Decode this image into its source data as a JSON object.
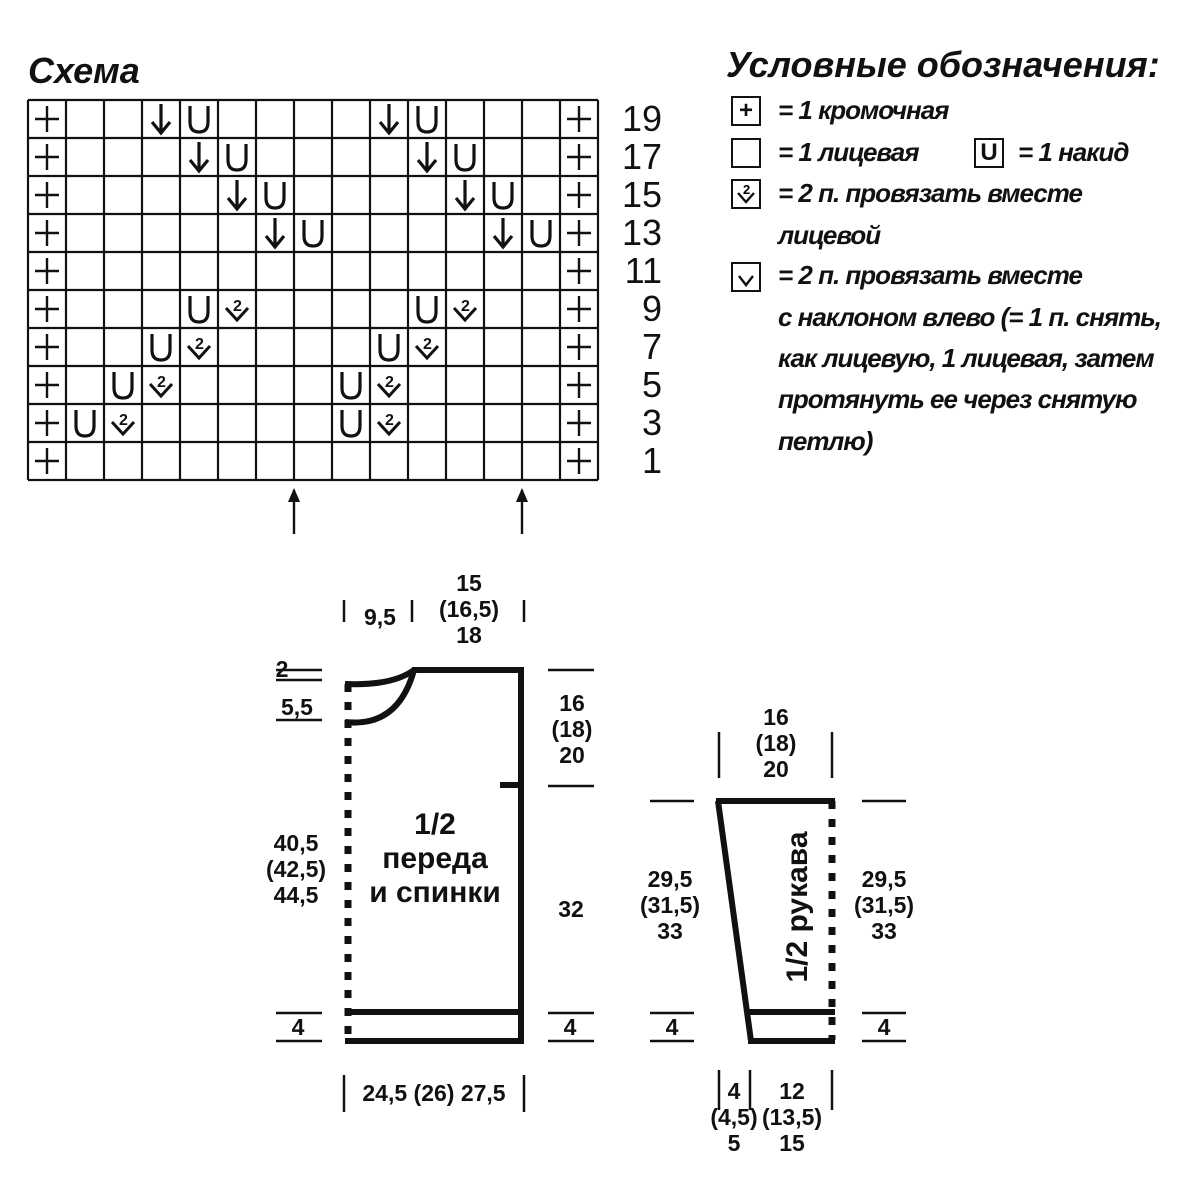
{
  "scheme": {
    "title": "Схема",
    "row_numbers": [
      "19",
      "17",
      "15",
      "13",
      "11",
      "9",
      "7",
      "5",
      "3",
      "1"
    ],
    "grid": [
      [
        "+",
        "",
        "",
        "D",
        "U",
        "",
        "",
        "",
        "",
        "D",
        "U",
        "",
        "",
        "",
        "+"
      ],
      [
        "+",
        "",
        "",
        "",
        "D",
        "U",
        "",
        "",
        "",
        "",
        "D",
        "U",
        "",
        "",
        "+"
      ],
      [
        "+",
        "",
        "",
        "",
        "",
        "D",
        "U",
        "",
        "",
        "",
        "",
        "D",
        "U",
        "",
        "+"
      ],
      [
        "+",
        "",
        "",
        "",
        "",
        "",
        "D",
        "U",
        "",
        "",
        "",
        "",
        "D",
        "U",
        "+"
      ],
      [
        "+",
        "",
        "",
        "",
        "",
        "",
        "",
        "",
        "",
        "",
        "",
        "",
        "",
        "",
        "+"
      ],
      [
        "+",
        "",
        "",
        "",
        "U",
        "K",
        "",
        "",
        "",
        "",
        "U",
        "K",
        "",
        "",
        "+"
      ],
      [
        "+",
        "",
        "",
        "U",
        "K",
        "",
        "",
        "",
        "",
        "U",
        "K",
        "",
        "",
        "",
        "+"
      ],
      [
        "+",
        "",
        "U",
        "K",
        "",
        "",
        "",
        "",
        "U",
        "K",
        "",
        "",
        "",
        "",
        "+"
      ],
      [
        "+",
        "U",
        "K",
        "",
        "",
        "",
        "",
        "",
        "U",
        "K",
        "",
        "",
        "",
        "",
        "+"
      ],
      [
        "+",
        "",
        "",
        "",
        "",
        "",
        "",
        "",
        "",
        "",
        "",
        "",
        "",
        "",
        "+"
      ]
    ],
    "repeat_arrows_cols": [
      7,
      13
    ]
  },
  "legend": {
    "title": "Условные обозначения:",
    "items": [
      {
        "symbol": "+",
        "icon": "edge-stitch-icon",
        "text": "= 1 кромочная"
      },
      {
        "symbol": "",
        "icon": "knit-stitch-icon",
        "text": "= 1 лицевая"
      },
      {
        "symbol": "U",
        "icon": "yarn-over-icon",
        "text": "= 1 накид"
      },
      {
        "symbol": "K",
        "icon": "k2tog-icon",
        "lines": [
          "= 2 п. провязать вместе",
          "лицевой"
        ]
      },
      {
        "symbol": "D",
        "icon": "ssk-icon",
        "lines": [
          "= 2 п. провязать вместе",
          "с наклоном влево (= 1 п. снять,",
          "как лицевую, 1 лицевая, затем",
          "протянуть ее через снятую",
          "петлю)"
        ]
      }
    ]
  },
  "body_piece": {
    "label_lines": [
      "1/2",
      "переда",
      "и спинки"
    ],
    "neck_width": "9,5",
    "shoulder": [
      "15",
      "(16,5)",
      "18"
    ],
    "neck_depth_front": "5,5",
    "neck_depth_back": "2",
    "armhole": [
      "16",
      "(18)",
      "20"
    ],
    "side": "32",
    "total_length": [
      "40,5",
      "(42,5)",
      "44,5"
    ],
    "rib_left": "4",
    "rib_right": "4",
    "width": "24,5 (26) 27,5"
  },
  "sleeve_piece": {
    "label": "1/2 рукава",
    "top_width": [
      "16",
      "(18)",
      "20"
    ],
    "length_left": [
      "29,5",
      "(31,5)",
      "33"
    ],
    "length_right": [
      "29,5",
      "(31,5)",
      "33"
    ],
    "rib_left": "4",
    "rib_right": "4",
    "bottom_offset": [
      "4",
      "(4,5)",
      "5"
    ],
    "bottom_width": [
      "12",
      "(13,5)",
      "15"
    ]
  }
}
